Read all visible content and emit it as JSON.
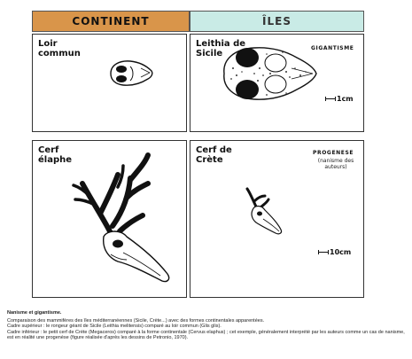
{
  "headers": {
    "continent": "CONTINENT",
    "iles": "ÎLES"
  },
  "panels": {
    "top_left": {
      "title": "Loir\ncommun"
    },
    "top_right": {
      "title": "Leithia de\nSicile",
      "tag": "GIGANTISME",
      "scale": "1cm"
    },
    "bottom_left": {
      "title": "Cerf\nélaphe"
    },
    "bottom_right": {
      "title": "Cerf de\nCrète",
      "tag": "PROGENESE",
      "tag_sub": "(nanisme des\nauteurs)",
      "scale": "10cm"
    }
  },
  "caption": {
    "title": "Nanisme et gigantisme.",
    "line1": "Comparaison des mammifères des îles méditerranéennes (Sicile, Crète...) avec des formes continentales apparentées.",
    "line2": "Cadre supérieur : le rongeur géant de Sicile (Leithia melitensis) comparé au loir commun (Glis glis).",
    "line3": "Cadre inférieur : le petit cerf de Crète (Megaceros) comparé à la forme continentale (Cervus elaphus) ; cet exemple, généralement interprété par les auteurs comme un cas de nanisme, est en réalité une progenèse (figure réalisée d'après les dessins de Petronio, 1970)."
  },
  "icons": [
    "dormouse-skull-icon",
    "giant-dormouse-skull-icon",
    "red-deer-skull-icon",
    "cretan-deer-skull-icon"
  ]
}
